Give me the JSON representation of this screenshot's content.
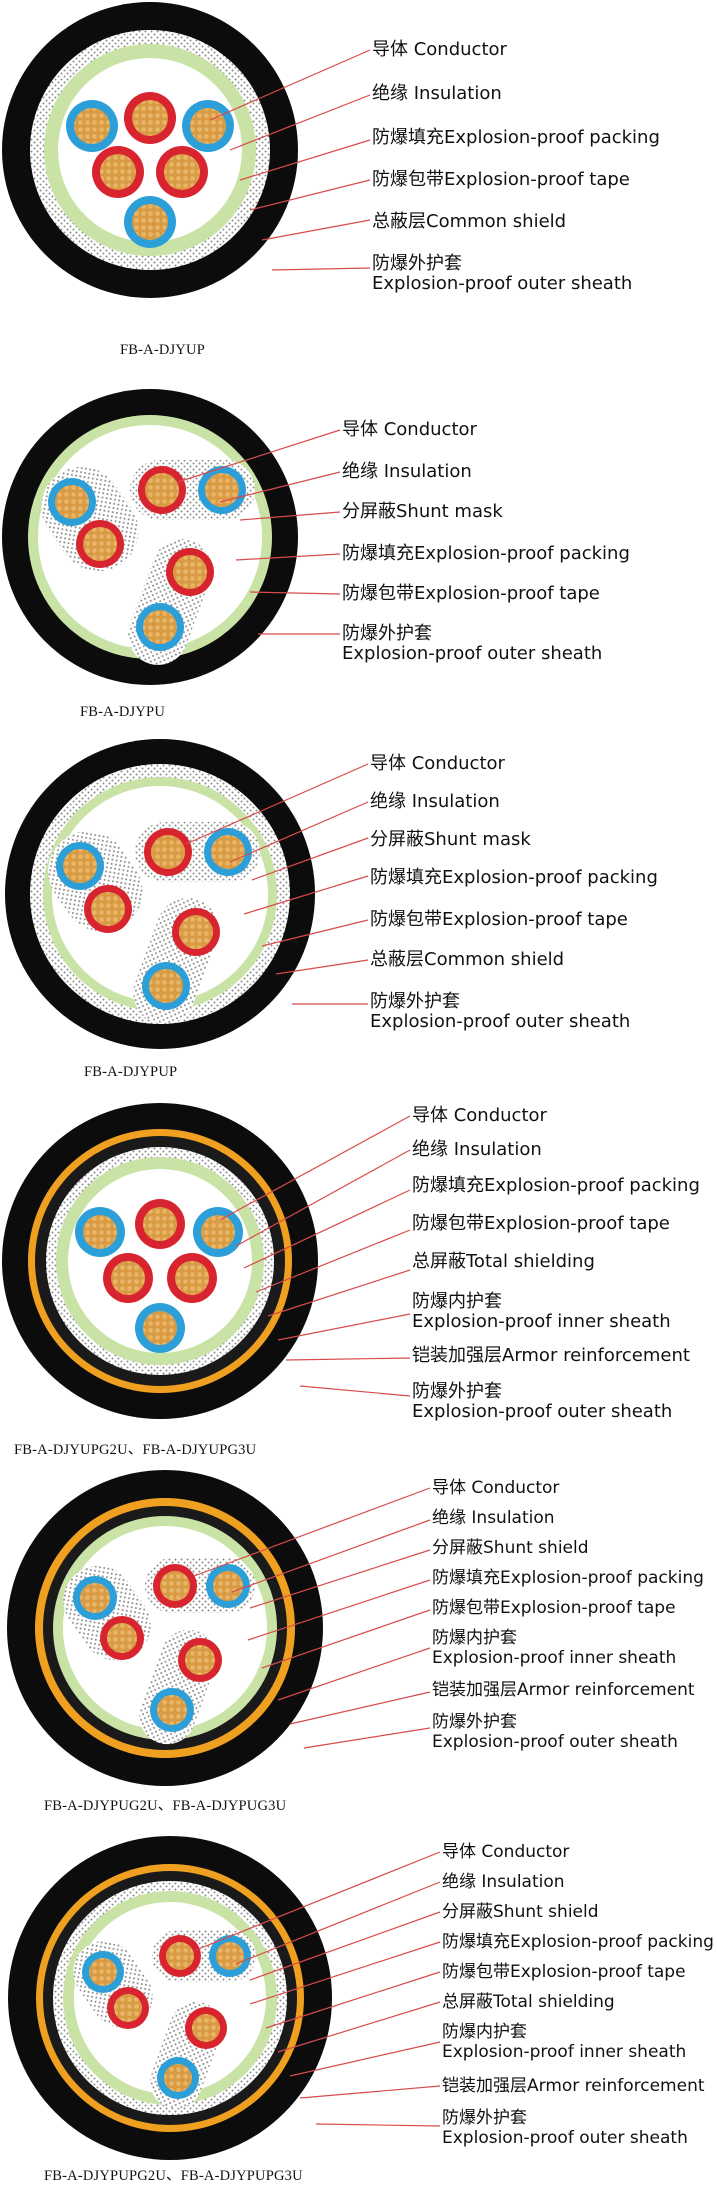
{
  "colors": {
    "sheath": "#0c0c0c",
    "armor": "#f0a020",
    "armor_gap": "#1a1a1a",
    "packing": "#c9e3a6",
    "filler": "#ffffff",
    "shield_dots": "#8a8a8a",
    "insulation_red": "#d8242f",
    "insulation_blue": "#2d9fd8",
    "conductor": "#d89a43",
    "leader": "#d84b4b"
  },
  "panels": [
    {
      "model": "FB-A-DJYUP",
      "labels": [
        {
          "text": "导体 Conductor"
        },
        {
          "text": "绝缘 Insulation"
        },
        {
          "text": "防爆填充Explosion-proof packing"
        },
        {
          "text": "防爆包带Explosion-proof tape"
        },
        {
          "text": "总蔽层Common shield"
        },
        {
          "text": "防爆外护套",
          "text2": "Explosion-proof outer sheath"
        }
      ]
    },
    {
      "model": "FB-A-DJYPU",
      "labels": [
        {
          "text": "导体 Conductor"
        },
        {
          "text": "绝缘 Insulation"
        },
        {
          "text": "分屏蔽Shunt mask"
        },
        {
          "text": "防爆填充Explosion-proof packing"
        },
        {
          "text": "防爆包带Explosion-proof tape"
        },
        {
          "text": "防爆外护套",
          "text2": "Explosion-proof outer sheath"
        }
      ]
    },
    {
      "model": "FB-A-DJYPUP",
      "labels": [
        {
          "text": "导体 Conductor"
        },
        {
          "text": "绝缘 Insulation"
        },
        {
          "text": "分屏蔽Shunt mask"
        },
        {
          "text": "防爆填充Explosion-proof packing"
        },
        {
          "text": "防爆包带Explosion-proof tape"
        },
        {
          "text": "总蔽层Common shield"
        },
        {
          "text": "防爆外护套",
          "text2": "Explosion-proof outer sheath"
        }
      ]
    },
    {
      "model": "FB-A-DJYUPG2U、FB-A-DJYUPG3U",
      "labels": [
        {
          "text": "导体 Conductor"
        },
        {
          "text": "绝缘 Insulation"
        },
        {
          "text": "防爆填充Explosion-proof packing"
        },
        {
          "text": "防爆包带Explosion-proof tape"
        },
        {
          "text": "总屏蔽Total shielding"
        },
        {
          "text": "防爆内护套",
          "text2": "Explosion-proof inner sheath"
        },
        {
          "text": "铠装加强层Armor reinforcement"
        },
        {
          "text": "防爆外护套",
          "text2": "Explosion-proof outer sheath"
        }
      ]
    },
    {
      "model": "FB-A-DJYPUG2U、FB-A-DJYPUG3U",
      "labels": [
        {
          "text": "导体 Conductor"
        },
        {
          "text": "绝缘 Insulation"
        },
        {
          "text": "分屏蔽Shunt shield"
        },
        {
          "text": "防爆填充Explosion-proof packing"
        },
        {
          "text": "防爆包带Explosion-proof tape"
        },
        {
          "text": "防爆内护套",
          "text2": "Explosion-proof inner sheath"
        },
        {
          "text": "铠装加强层Armor reinforcement"
        },
        {
          "text": "防爆外护套",
          "text2": "Explosion-proof outer sheath"
        }
      ]
    },
    {
      "model": "FB-A-DJYPUPG2U、FB-A-DJYPUPG3U",
      "labels": [
        {
          "text": "导体 Conductor"
        },
        {
          "text": "绝缘 Insulation"
        },
        {
          "text": "分屏蔽Shunt shield"
        },
        {
          "text": "防爆填充Explosion-proof packing"
        },
        {
          "text": "防爆包带Explosion-proof tape"
        },
        {
          "text": "总屏蔽Total shielding"
        },
        {
          "text": "防爆内护套",
          "text2": "Explosion-proof inner sheath"
        },
        {
          "text": "铠装加强层Armor reinforcement"
        },
        {
          "text": "防爆外护套",
          "text2": "Explosion-proof outer sheath"
        }
      ]
    }
  ]
}
